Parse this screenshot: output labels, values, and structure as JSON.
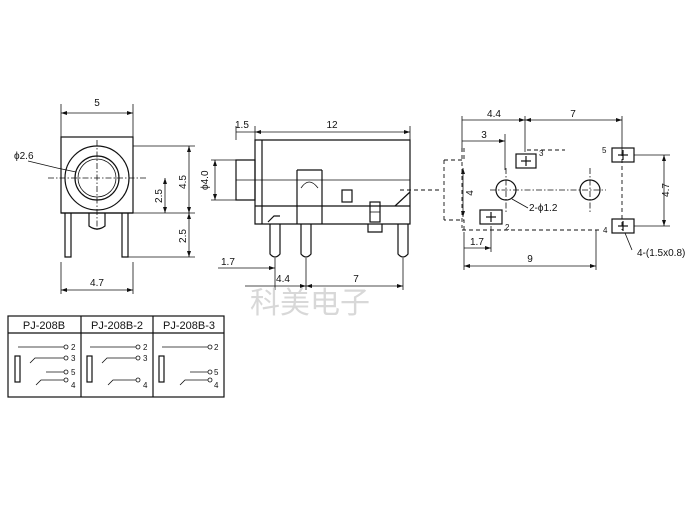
{
  "front_view": {
    "dim_width": "5",
    "dim_hole": "ϕ2.6",
    "dim_height": "4.5",
    "dim_center": "2.5",
    "dim_pin": "2.5",
    "dim_bottom": "4.7"
  },
  "side_view": {
    "dim_lead": "1.5",
    "dim_length": "12",
    "dim_diameter": "ϕ4.0",
    "dim_pin_offset": "1.7",
    "dim_pin_spacing_1": "4.4",
    "dim_pin_spacing_2": "7"
  },
  "pcb_layout": {
    "dim_top_1": "4.4",
    "dim_top_2": "7",
    "dim_top_3": "3",
    "dim_vertical_1": "4",
    "dim_vertical_2": "4.7",
    "dim_hole_label": "2-ϕ1.2",
    "dim_pad_label": "4-(1.5x0.8)",
    "dim_bottom_1": "1.7",
    "dim_bottom_2": "9",
    "pin_numbers": [
      "3",
      "5",
      "2",
      "4"
    ]
  },
  "watermark": "科美电子",
  "table": {
    "headers": [
      "PJ-208B",
      "PJ-208B-2",
      "PJ-208B-3"
    ],
    "pins_full": [
      "2",
      "3",
      "5",
      "4"
    ],
    "pins_partial": [
      "2",
      "5",
      "4"
    ]
  }
}
